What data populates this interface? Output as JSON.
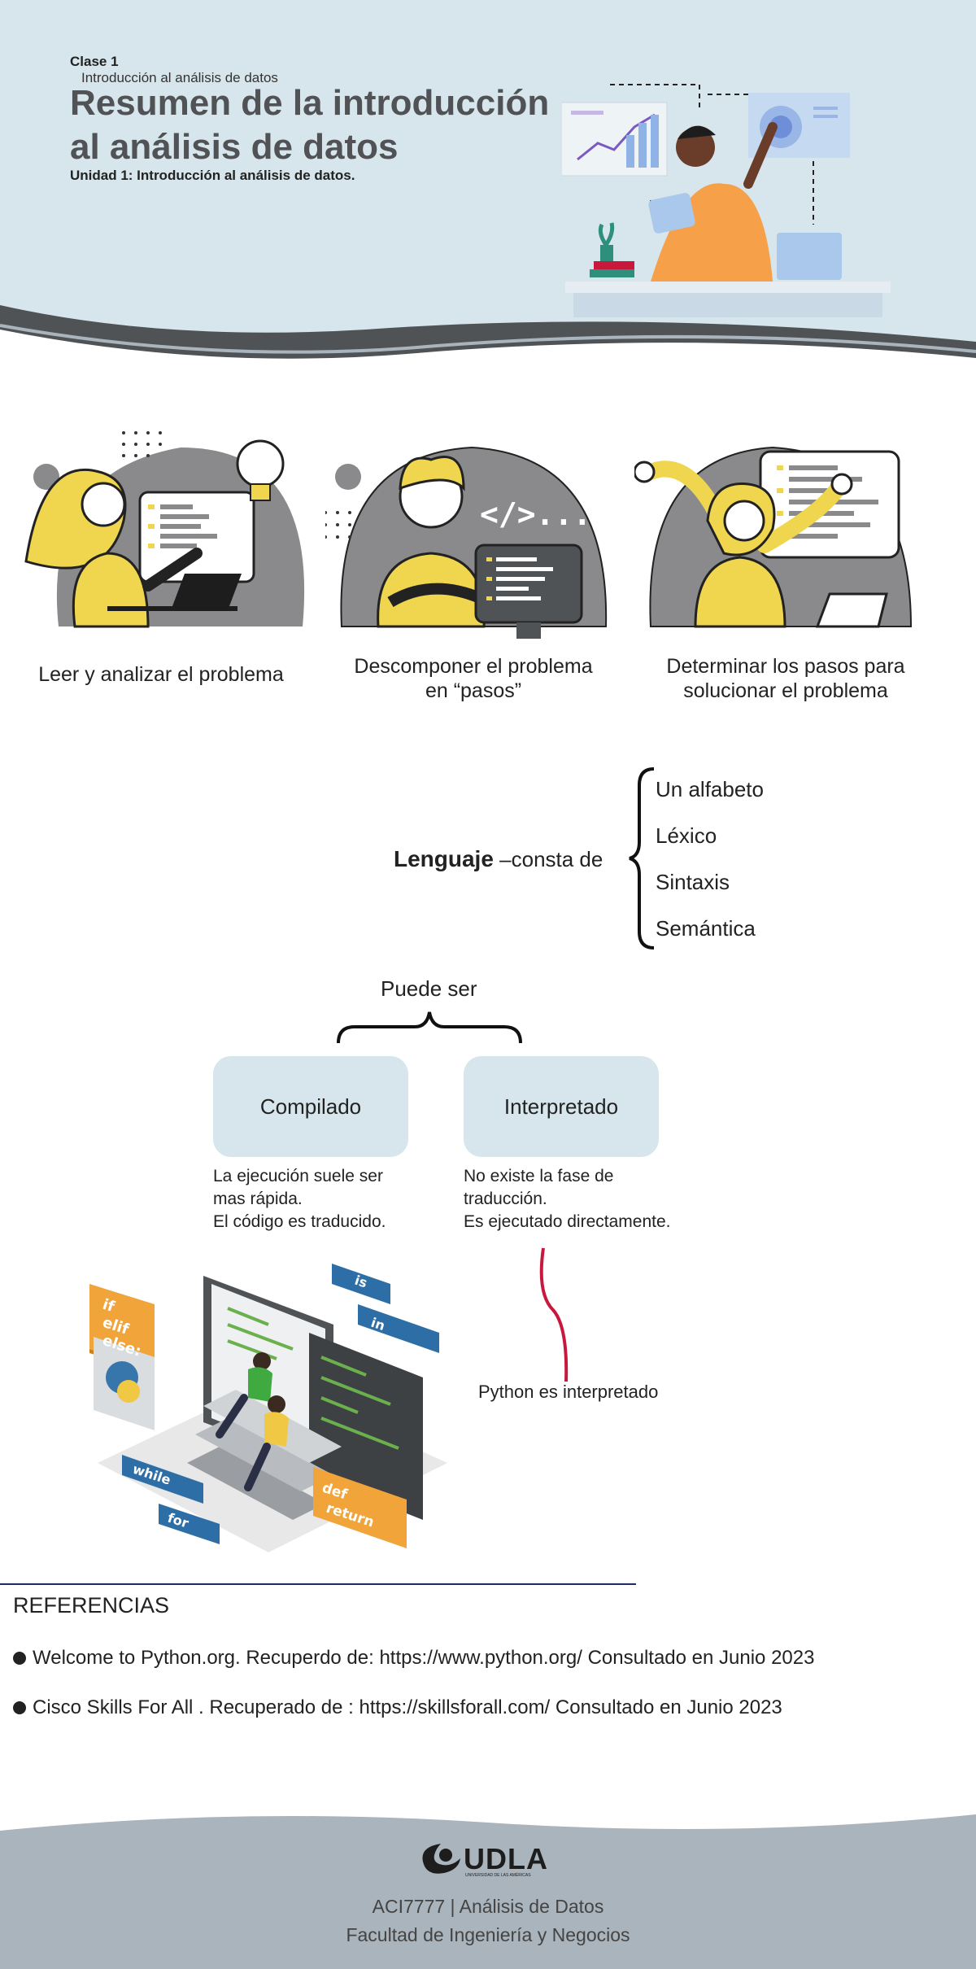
{
  "header": {
    "clase": "Clase 1",
    "crumb": "Introducción al análisis de datos",
    "title_line1": "Resumen de la introducción",
    "title_line2": "al análisis de datos",
    "unit": "Unidad 1: Introducción al análisis de datos."
  },
  "steps": [
    {
      "caption": "Leer y analizar el problema"
    },
    {
      "caption_line1": "Descomponer el problema",
      "caption_line2": "en “pasos”"
    },
    {
      "caption_line1": "Determinar los pasos para",
      "caption_line2": "solucionar el problema"
    }
  ],
  "lenguaje": {
    "word": "Lenguaje",
    "rest": " –consta de",
    "items": [
      "Un alfabeto",
      "Léxico",
      "Sintaxis",
      "Semántica"
    ]
  },
  "puede_ser": "Puede ser",
  "compilado": {
    "label": "Compilado",
    "lines": [
      "La ejecución suele ser",
      "mas rápida.",
      "El código es traducido."
    ]
  },
  "interpretado": {
    "label": "Interpretado",
    "lines": [
      "No existe la fase de",
      "traducción.",
      "Es ejecutado directamente."
    ]
  },
  "python_note": "Python es  interpretado",
  "code_keywords": [
    "if",
    "elif",
    "else:",
    "is",
    "in",
    "while",
    "for",
    "def",
    "return"
  ],
  "references": {
    "heading": "REFERENCIAS",
    "items": [
      "Welcome to Python.org.  Recuperdo de: https://www.python.org/\tConsultado en Junio 2023",
      "Cisco Skills For All . Recuperado de : https://skillsforall.com/ \tConsultado en Junio 2023"
    ]
  },
  "footer": {
    "logo": "UDLA",
    "logo_sub": "UNIVERSIDAD DE LAS AMÉRICAS",
    "line1": "ACI7777 | Análisis de Datos",
    "line2": "Facultad de Ingeniería y Negocios"
  },
  "colors": {
    "header_bg": "#d6e6ec",
    "yellow": "#f0d64e",
    "gray": "#8a8a8c",
    "footer_bg": "#aab4bc",
    "accent_red": "#c8193c"
  }
}
